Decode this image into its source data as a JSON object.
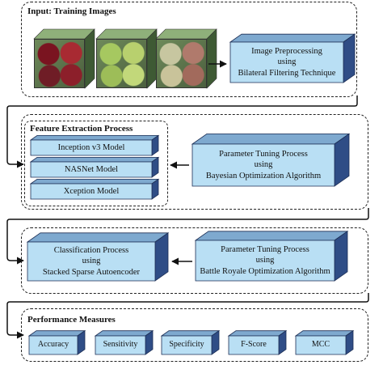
{
  "colors": {
    "box_front": "#b9dff4",
    "box_top": "#7ea9cf",
    "box_side": "#2f4d86",
    "edge": "#1d2f55"
  },
  "stage1": {
    "title": "Input: Training Images",
    "images": [
      {
        "name": "red-apples-image",
        "colors": [
          "#7a1420",
          "#a82a32",
          "#6f1d26",
          "#8c1f2a"
        ]
      },
      {
        "name": "green-apples-image",
        "colors": [
          "#a6c860",
          "#b8d06e",
          "#9dbd58",
          "#c2d87a"
        ]
      },
      {
        "name": "mixed-apples-image",
        "colors": [
          "#c7c6a0",
          "#b07a6c",
          "#c9c39a",
          "#a26a5c"
        ]
      }
    ],
    "preprocess": {
      "line1": "Image Preprocessing",
      "line2": "using",
      "line3": "Bilateral Filtering Technique"
    }
  },
  "stage2": {
    "title": "Feature Extraction Process",
    "models": [
      "Inception v3 Model",
      "NASNet Model",
      "Xception Model"
    ],
    "tuning": {
      "line1": "Parameter Tuning Process",
      "line2": "using",
      "line3": "Bayesian Optimization Algorithm"
    }
  },
  "stage3": {
    "classification": {
      "line1": "Classification Process",
      "line2": "using",
      "line3": "Stacked Sparse Autoencoder"
    },
    "tuning": {
      "line1": "Parameter Tuning Process",
      "line2": "using",
      "line3": "Battle Royale Optimization Algorithm"
    }
  },
  "stage4": {
    "title": "Performance Measures",
    "measures": [
      "Accuracy",
      "Sensitivity",
      "Specificity",
      "F-Score",
      "MCC"
    ]
  }
}
